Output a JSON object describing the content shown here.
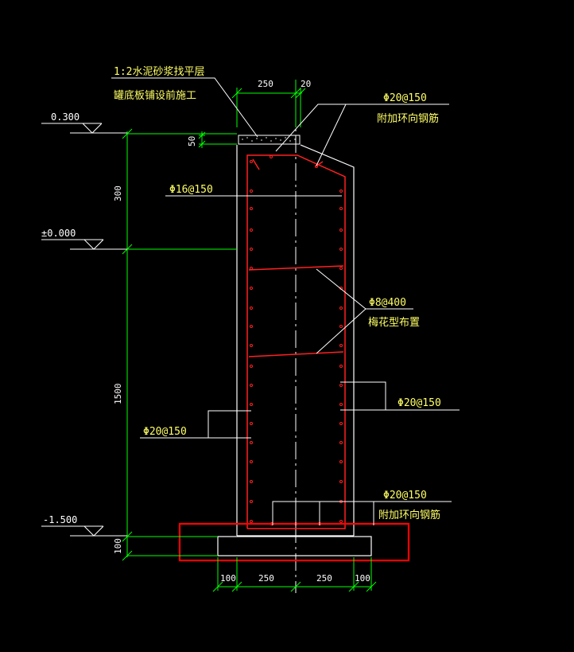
{
  "colors": {
    "background": "#000000",
    "outline": "#ffffff",
    "dimension": "#00ff00",
    "annotation": "#ffff66",
    "rebar": "#ff2020",
    "highlight": "#ff0000"
  },
  "levels": {
    "top": "0.300",
    "zero": "±0.000",
    "bottom": "-1.500"
  },
  "dimensions": {
    "top_width": "250",
    "top_offset": "20",
    "mortar_thickness": "50",
    "upper_height": "300",
    "main_height": "1500",
    "base_thickness": "100",
    "bottom_left_edge": "100",
    "bottom_left_half": "250",
    "bottom_right_half": "250",
    "bottom_right_edge": "100"
  },
  "annotations": {
    "mortar_line1": "1:2水泥砂浆找平层",
    "mortar_line2": "罐底板铺设前施工",
    "top_ring_rebar": "Φ20@150",
    "top_ring_rebar_note": "附加环向钢筋",
    "vertical_rebar": "Φ16@150",
    "tie_rebar": "Φ8@400",
    "tie_rebar_note": "梅花型布置",
    "right_rebar": "Φ20@150",
    "left_rebar": "Φ20@150",
    "bottom_ring_rebar": "Φ20@150",
    "bottom_ring_rebar_note": "附加环向钢筋"
  }
}
